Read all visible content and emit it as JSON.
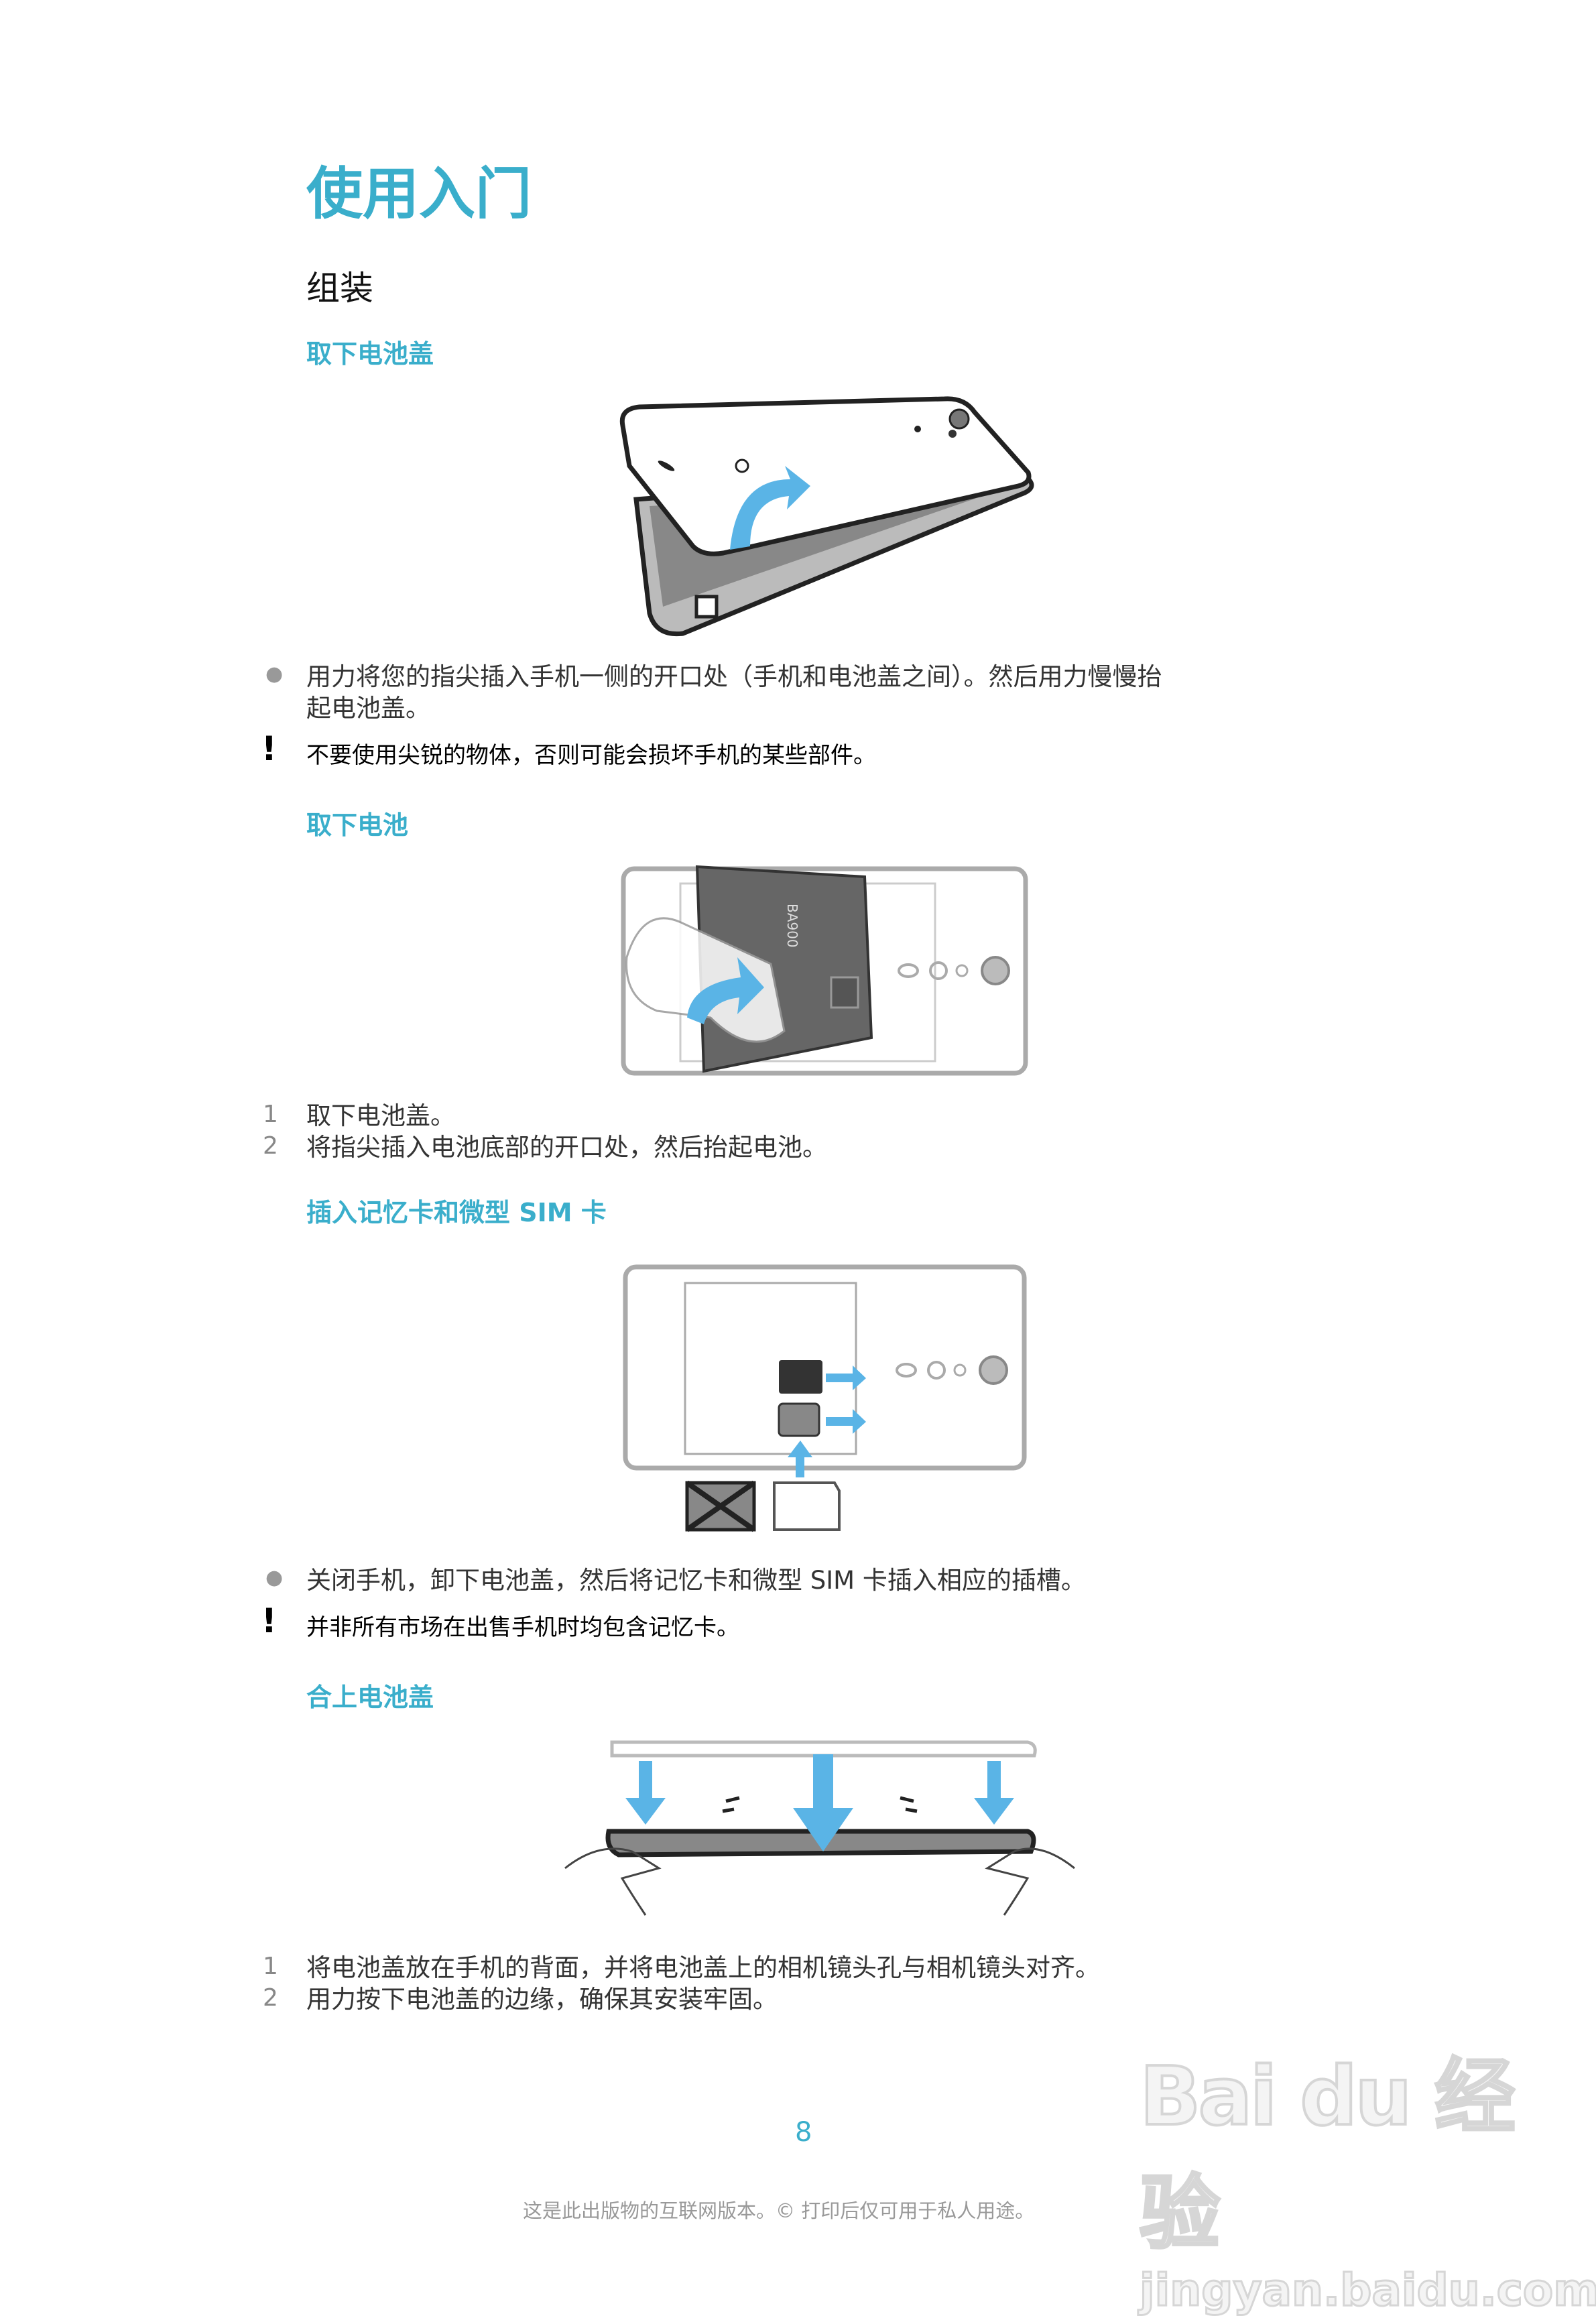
{
  "page_title": "使用入门",
  "section_title": "组装",
  "sections": [
    {
      "heading": "取下电池盖",
      "bullets": [
        "用力将您的指尖插入手机一侧的开口处（手机和电池盖之间）。然后用力慢慢抬",
        "起电池盖。"
      ],
      "warning": "不要使用尖锐的物体，否则可能会损坏手机的某些部件。"
    },
    {
      "heading": "取下电池",
      "battery_label": "BA900",
      "steps": [
        {
          "n": "1",
          "text": "取下电池盖。"
        },
        {
          "n": "2",
          "text": "将指尖插入电池底部的开口处，然后抬起电池。"
        }
      ]
    },
    {
      "heading": "插入记忆卡和微型 SIM 卡",
      "bullets": [
        "关闭手机，卸下电池盖，然后将记忆卡和微型 SIM 卡插入相应的插槽。"
      ],
      "warning": "并非所有市场在出售手机时均包含记忆卡。"
    },
    {
      "heading": "合上电池盖",
      "steps": [
        {
          "n": "1",
          "text": "将电池盖放在手机的背面，并将电池盖上的相机镜头孔与相机镜头对齐。"
        },
        {
          "n": "2",
          "text": "用力按下电池盖的边缘，确保其安装牢固。"
        }
      ]
    }
  ],
  "page_number": "8",
  "footer": "这是此出版物的互联网版本。© 打印后仅可用于私人用途。",
  "watermark": {
    "logo": "Bai du 经验",
    "url": "jingyan.baidu.com"
  },
  "colors": {
    "accent": "#3aaecb",
    "arrow": "#5ab4e6",
    "text": "#333333"
  }
}
